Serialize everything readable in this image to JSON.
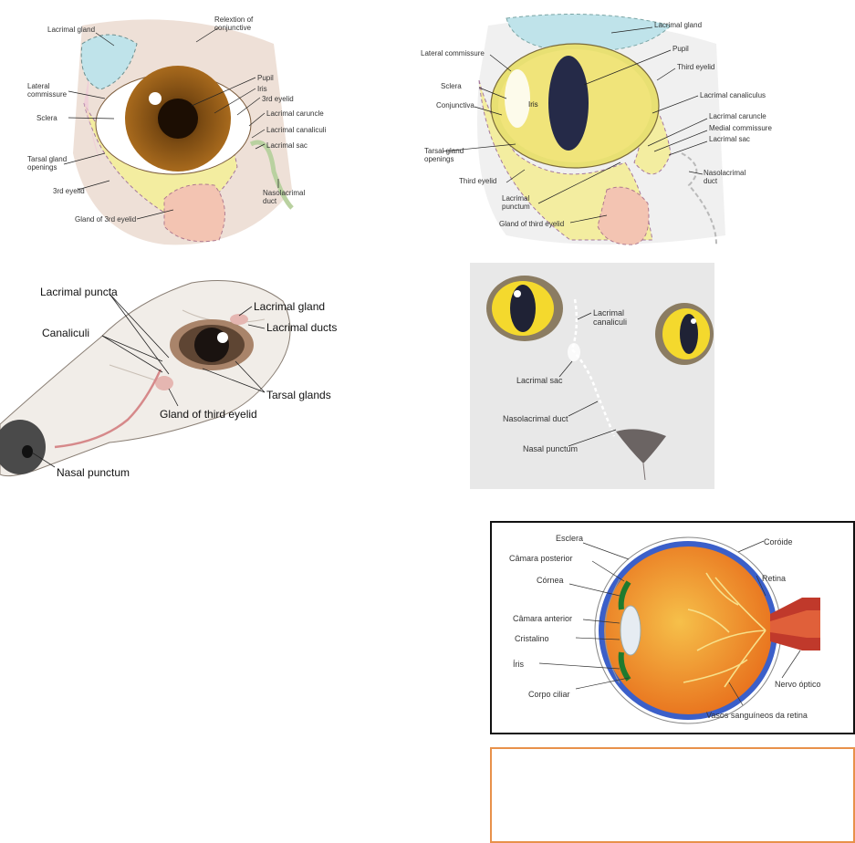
{
  "dog_eye": {
    "labels": {
      "lacrimal_gland": "Lacrimal gland",
      "relaxation": "Relextion of\nconjunctive",
      "lateral_commissure": "Lateral\ncommissure",
      "pupil": "Pupil",
      "iris": "Iris",
      "third_eyelid_top": "3rd eyelid",
      "sclera": "Sclera",
      "lacrimal_caruncle": "Lacrimal caruncle",
      "lacrimal_canaliculi": "Lacrimal canaliculi",
      "lacrimal_sac": "Lacrimal sac",
      "tarsal_gland": "Tarsal gland\nopenings",
      "third_eyelid_bottom": "3rd eyelid",
      "nasolacrimal": "Nasolacrimal\nduct",
      "gland_third": "Gland of 3rd eyelid"
    }
  },
  "cat_eye": {
    "labels": {
      "lacrimal_gland": "Lacrimal gland",
      "lateral_commissure": "Lateral commissure",
      "pupil": "Pupil",
      "sclera": "Sclera",
      "iris": "Iris",
      "third_eyelid_top": "Third eyelid",
      "conjunctiva": "Conjunctiva",
      "lacrimal_canaliculus": "Lacrimal canaliculus",
      "lacrimal_caruncle": "Lacrimal caruncle",
      "medial_commissure": "Medial commissure",
      "lacrimal_sac": "Lacrimal sac",
      "tarsal_gland": "Tarsal gland\nopenings",
      "nasolacrimal": "Nasolacrimal\nduct",
      "third_eyelid_bottom": "Third eyelid",
      "lacrimal_punctum": "Lacrimal\npunctum",
      "gland_third": "Gland of third eyelid"
    }
  },
  "dog_head": {
    "labels": {
      "lacrimal_puncta": "Lacrimal puncta",
      "lacrimal_gland": "Lacrimal gland",
      "canaliculi": "Canaliculi",
      "lacrimal_ducts": "Lacrimal ducts",
      "tarsal_glands": "Tarsal glands",
      "gland_third": "Gland of third eyelid",
      "nasal_punctum": "Nasal punctum"
    }
  },
  "cat_face": {
    "labels": {
      "lacrimal_canaliculi": "Lacrimal\ncanaliculi",
      "lacrimal_sac": "Lacrimal sac",
      "nasolacrimal": "Nasolacrimal duct",
      "nasal_punctum": "Nasal punctum"
    }
  },
  "eyeball": {
    "labels": {
      "esclera": "Esclera",
      "camara_posterior": "Câmara posterior",
      "cornea": "Córnea",
      "camara_anterior": "Câmara anterior",
      "cristalino": "Cristalino",
      "iris": "Íris",
      "corpo_ciliar": "Corpo ciliar",
      "coroide": "Coróide",
      "retina": "Retina",
      "nervo": "Nervo óptico",
      "vasos": "Vasos sanguíneos da retina"
    }
  },
  "colors": {
    "gland_blue": "#bfe3ea",
    "yellow_lid": "#f3eda0",
    "pink_gland": "#f3c4b2",
    "eyeball_orange": "#f39a2a",
    "sclera_blue": "#3b5fc9",
    "nerve_red": "#c0392b",
    "box_orange": "#e8914a"
  }
}
